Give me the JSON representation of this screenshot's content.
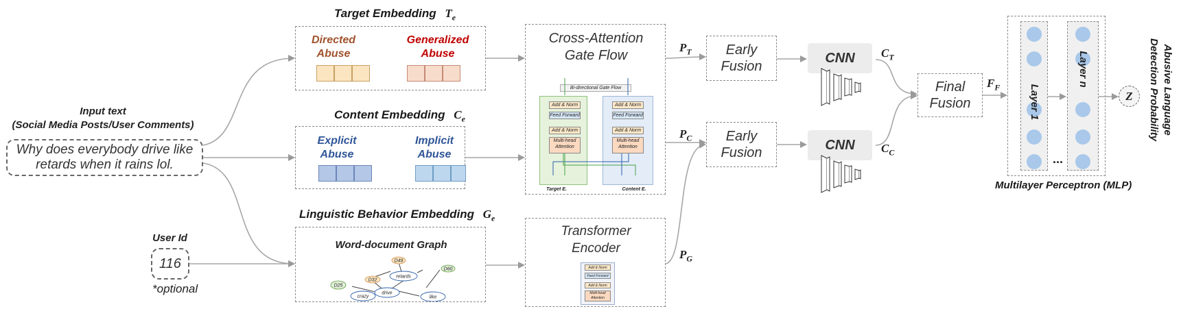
{
  "input": {
    "title_line1": "Input text",
    "title_line2": "(Social Media Posts/User Comments)",
    "text_line1": "Why does everybody drive like",
    "text_line2": "retards when it rains lol."
  },
  "user": {
    "title": "User Id",
    "value": "116",
    "note": "*optional"
  },
  "target_embedding": {
    "title": "Target Embedding",
    "symbol": "T",
    "sub": "e",
    "left_label_1": "Directed",
    "left_label_2": "Abuse",
    "right_label_1": "Generalized",
    "right_label_2": "Abuse"
  },
  "content_embedding": {
    "title": "Content Embedding",
    "symbol": "C",
    "sub": "e",
    "left_label_1": "Explicit",
    "left_label_2": "Abuse",
    "right_label_1": "Implicit",
    "right_label_2": "Abuse"
  },
  "linguistic_embedding": {
    "title": "Linguistic Behavior Embedding",
    "symbol": "G",
    "sub": "e",
    "graph_title": "Word-document Graph",
    "nodes": {
      "d49": "D49",
      "d32": "D32",
      "retards": "retards",
      "d60": "D60",
      "d25": "D25",
      "drive": "drive",
      "crazy": "crazy",
      "like": "like"
    }
  },
  "cross_attention": {
    "title_line1": "Cross-Attention",
    "title_line2": "Gate Flow",
    "gate_label": "Bi-directional Gate Flow",
    "add_norm": "Add & Norm",
    "feed_forward": "Feed Forward",
    "mha_line1": "Multi-head",
    "mha_line2": "Attention",
    "target_label": "Target E.",
    "content_label": "Content E."
  },
  "transformer": {
    "title_line1": "Transformer",
    "title_line2": "Encoder",
    "add_norm": "Add & Norm",
    "feed_forward": "Feed Forward",
    "mha_line1": "Multi-head",
    "mha_line2": "Attention"
  },
  "signals": {
    "pt": {
      "symbol": "P",
      "sub": "T"
    },
    "pc": {
      "symbol": "P",
      "sub": "C"
    },
    "pg": {
      "symbol": "P",
      "sub": "G"
    },
    "ct": {
      "symbol": "C",
      "sub": "T"
    },
    "cc": {
      "symbol": "C",
      "sub": "C"
    },
    "ff": {
      "symbol": "F",
      "sub": "F"
    }
  },
  "fusion": {
    "early_line1": "Early",
    "early_line2": "Fusion",
    "final_line1": "Final",
    "final_line2": "Fusion",
    "cnn": "CNN"
  },
  "mlp": {
    "caption": "Multilayer Perceptron (MLP)",
    "layer1": "Layer 1",
    "layern": "Layer n",
    "ellipsis": "...",
    "output": "Z",
    "prob_line1": "Abusive Language",
    "prob_line2": "Detection Probability"
  },
  "colors": {
    "directed_text": "#a0522d",
    "generalized_text": "#c00000",
    "explicit_text": "#2f5597",
    "implicit_text": "#2f5597",
    "target_cell": "#fbe5c0",
    "generalized_cell": "#f8dccb",
    "explicit_cell": "#b4c7e7",
    "implicit_cell": "#bdd7ee",
    "node_blue": "#a9c8ea",
    "arrow": "#9a9a9a"
  }
}
